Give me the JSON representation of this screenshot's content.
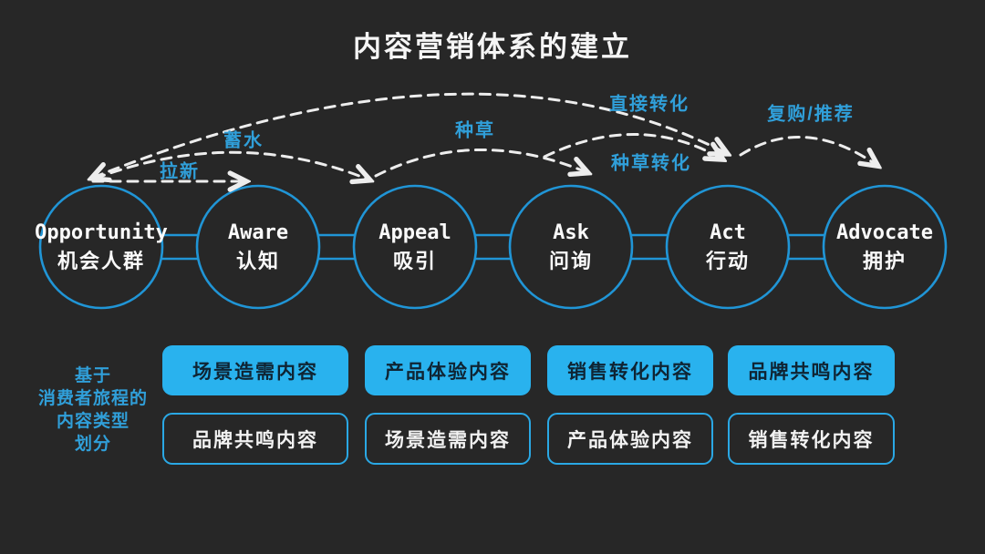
{
  "title": "内容营销体系的建立",
  "colors": {
    "background": "#272727",
    "circle_stroke": "#2095d6",
    "box_fill": "#29b2ee",
    "box_outline": "#2aa8e5",
    "accent_text": "#309fd9",
    "arrow": "#ededed",
    "text_light": "#f5f5f5",
    "text_dark": "#0f2433"
  },
  "stages": [
    {
      "en": "Opportunity",
      "zh": "机会人群"
    },
    {
      "en": "Aware",
      "zh": "认知"
    },
    {
      "en": "Appeal",
      "zh": "吸引"
    },
    {
      "en": "Ask",
      "zh": "问询"
    },
    {
      "en": "Act",
      "zh": "行动"
    },
    {
      "en": "Advocate",
      "zh": "拥护"
    }
  ],
  "flows": {
    "acquisition": "拉新",
    "reservoir": "蓄水",
    "seeding": "种草",
    "direct_conversion": "直接转化",
    "seeding_conversion": "种草转化",
    "repurchase_referral": "复购/推荐"
  },
  "axis_label": {
    "lines": [
      "基于",
      "消费者旅程的",
      "内容类型",
      "划分"
    ]
  },
  "content_boxes": {
    "filled": [
      "场景造需内容",
      "产品体验内容",
      "销售转化内容",
      "品牌共鸣内容"
    ],
    "outlined": [
      "品牌共鸣内容",
      "场景造需内容",
      "产品体验内容",
      "销售转化内容"
    ]
  }
}
